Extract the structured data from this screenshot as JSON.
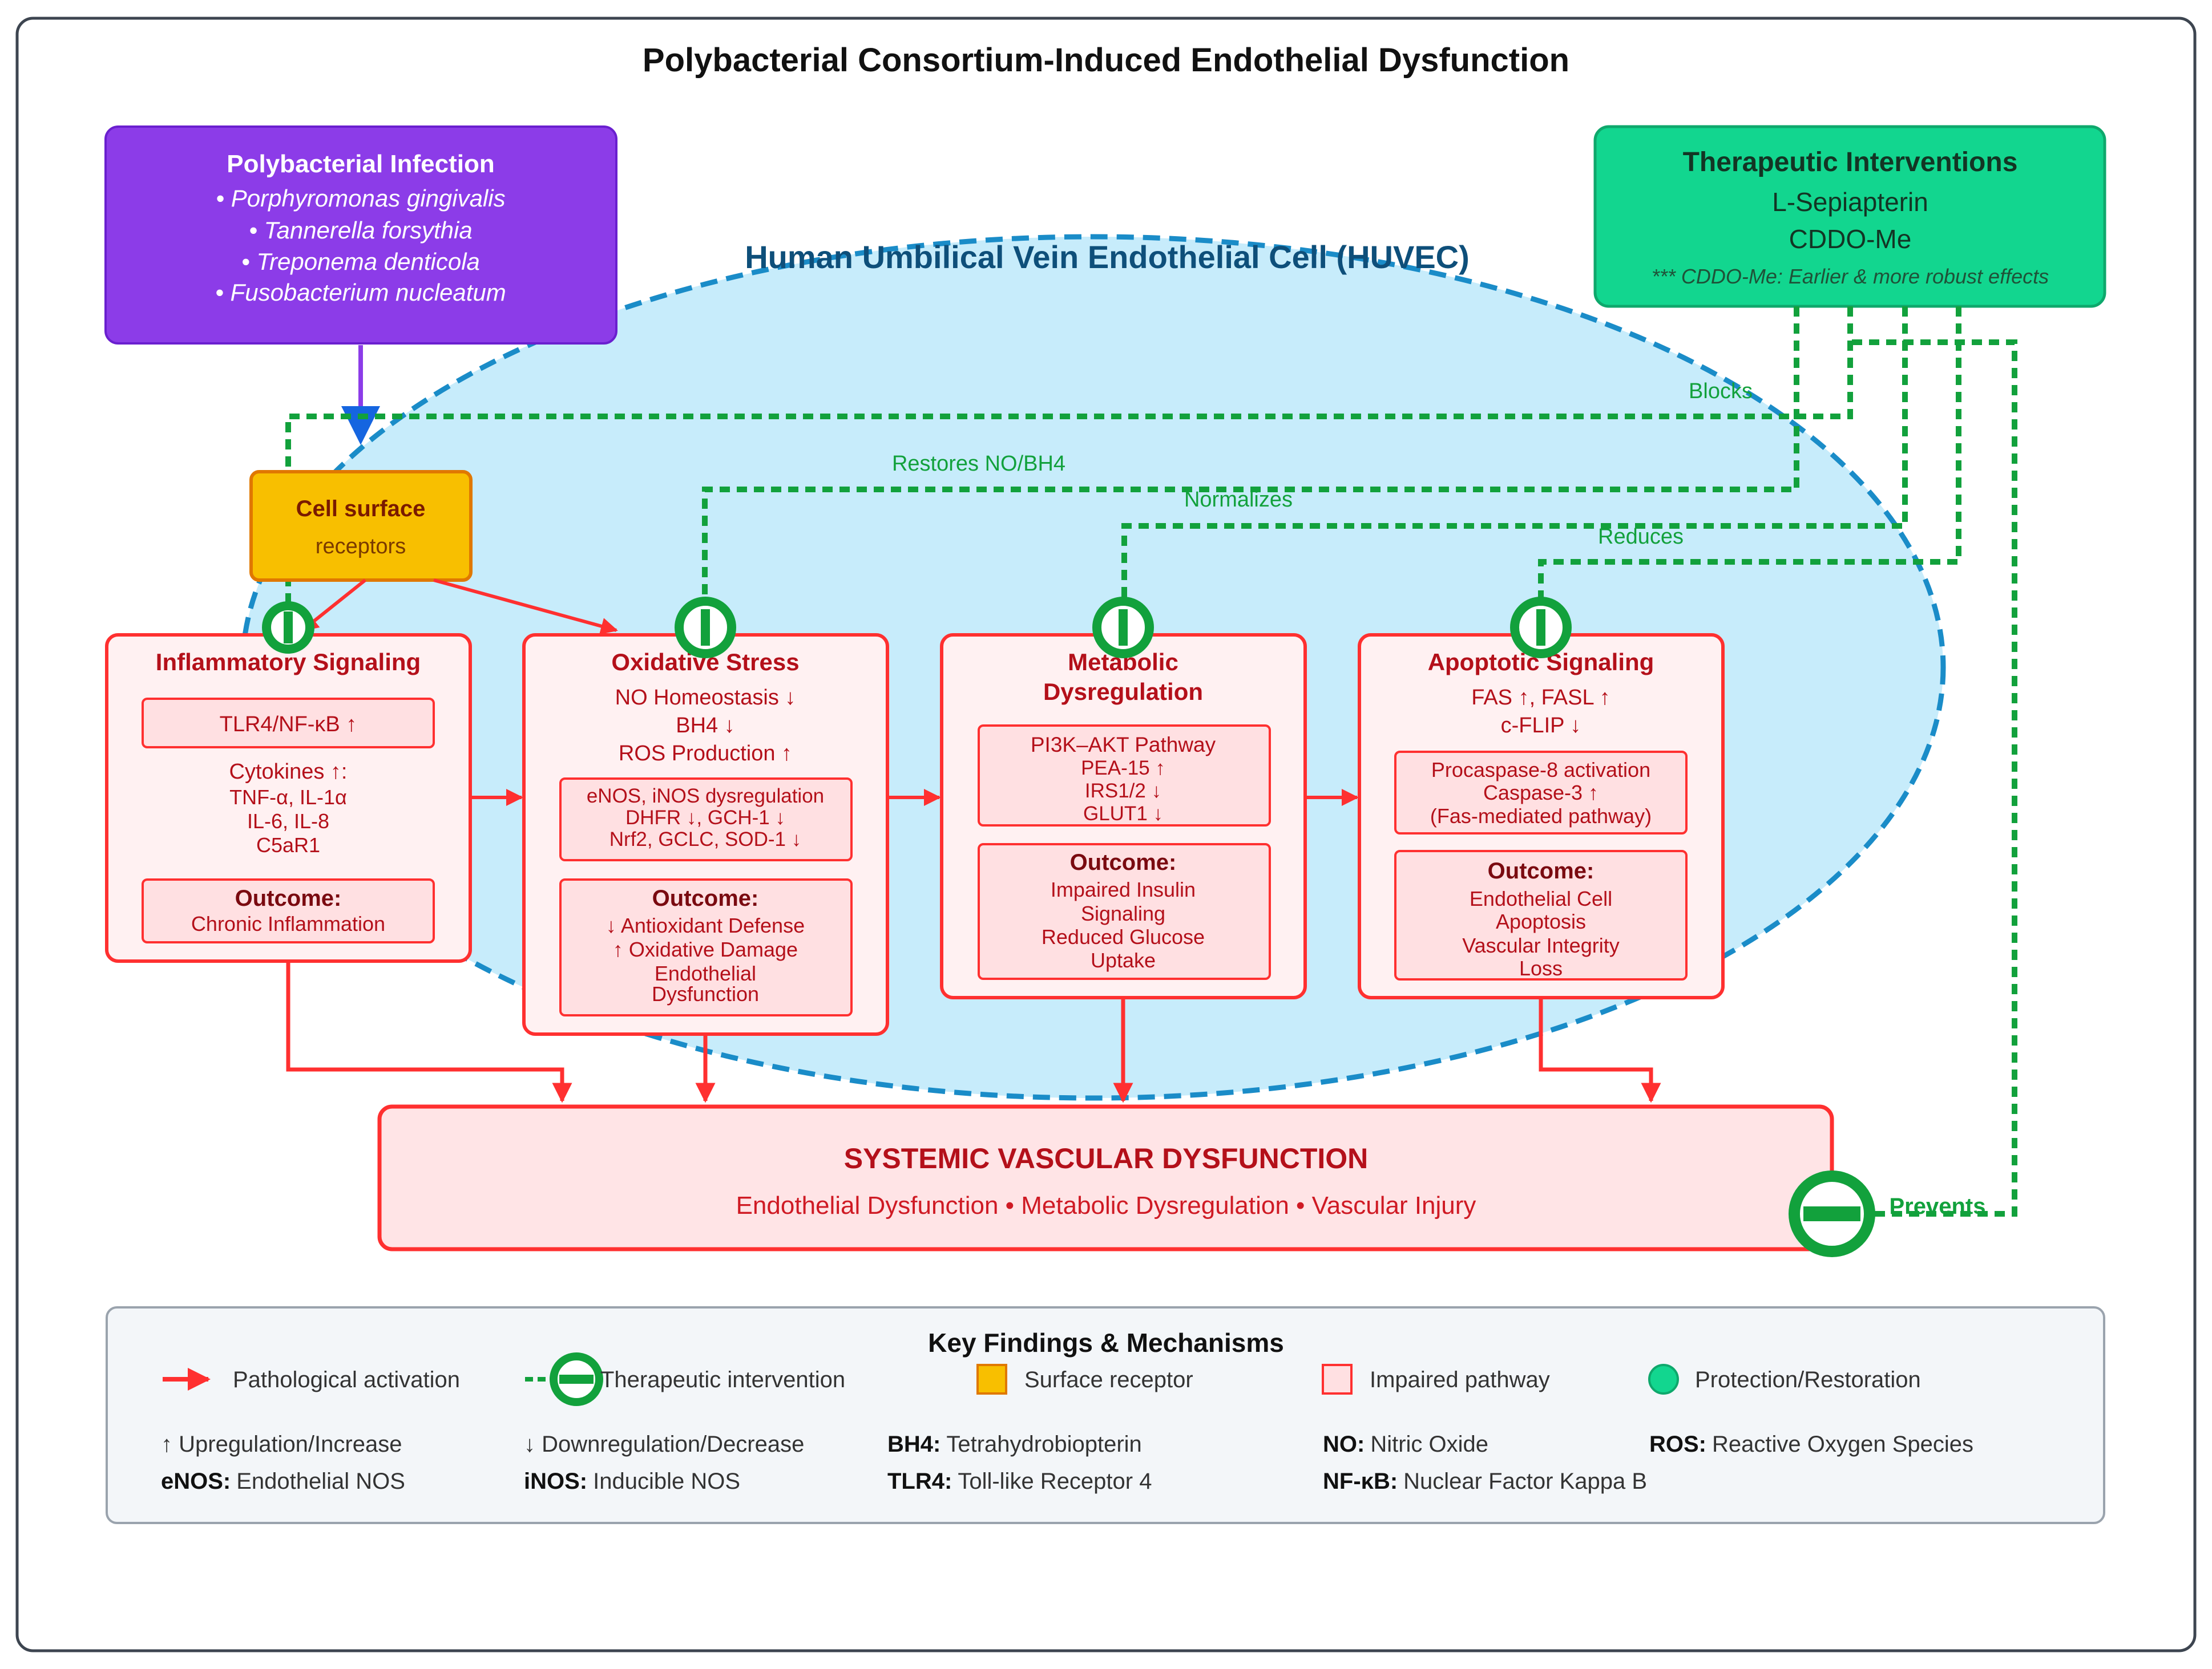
{
  "title": "Polybacterial Consortium-Induced Endothelial Dysfunction",
  "colors": {
    "infection": "#8c3ce8",
    "therapy": "#12c98a",
    "therapy_line": "#12a13c",
    "receptor": "#f8bf00",
    "pathway_border": "#ff3030",
    "pathway_fill": "#fff1f2",
    "cell_fill": "#c7ecfb",
    "cell_border": "#1a8cc8",
    "dark_red": "#b4101a"
  },
  "infection": {
    "title": "Polybacterial Infection",
    "items": [
      "• Porphyromonas gingivalis",
      "• Tannerella forsythia",
      "• Treponema denticola",
      "• Fusobacterium nucleatum"
    ]
  },
  "therapy": {
    "title": "Therapeutic Interventions",
    "line1": "L-Sepiapterin",
    "line2": "CDDO-Me",
    "note": "*** CDDO-Me: Earlier & more robust effects"
  },
  "cell_label": "Human Umbilical Vein Endothelial Cell (HUVEC)",
  "receptor": {
    "title": "Cell surface",
    "subtitle": "receptors"
  },
  "intervention_labels": {
    "blocks": "Blocks",
    "restores": "Restores NO/BH4",
    "normalizes": "Normalizes",
    "reduces": "Reduces",
    "prevents": "Prevents"
  },
  "pathways": {
    "inflammatory": {
      "title": "Inflammatory Signaling",
      "marker": "TLR4/NF-κB ↑",
      "lines": [
        "Cytokines ↑:",
        "TNF-α, IL-1α",
        "IL-6, IL-8",
        "C5aR1"
      ],
      "outcome_title": "Outcome:",
      "outcome_lines": [
        "Chronic Inflammation"
      ]
    },
    "oxidative": {
      "title": "Oxidative Stress",
      "lines": [
        "NO Homeostasis ↓",
        "BH4 ↓",
        "ROS Production ↑"
      ],
      "inner_lines": [
        "eNOS, iNOS dysregulation",
        "DHFR ↓, GCH-1 ↓",
        "Nrf2, GCLC, SOD-1 ↓"
      ],
      "outcome_title": "Outcome:",
      "outcome_lines": [
        "↓ Antioxidant Defense",
        "↑ Oxidative Damage",
        "Endothelial",
        "Dysfunction"
      ]
    },
    "metabolic": {
      "title_lines": [
        "Metabolic",
        "Dysregulation"
      ],
      "inner_lines": [
        "PI3K–AKT Pathway",
        "PEA-15 ↑",
        "IRS1/2 ↓",
        "GLUT1 ↓"
      ],
      "outcome_title": "Outcome:",
      "outcome_lines": [
        "Impaired Insulin",
        "Signaling",
        "Reduced Glucose",
        "Uptake"
      ]
    },
    "apoptotic": {
      "title": "Apoptotic Signaling",
      "lines": [
        "FAS ↑, FASL ↑",
        "c-FLIP ↓"
      ],
      "inner_lines": [
        "Procaspase-8 activation",
        "Caspase-3 ↑",
        "(Fas-mediated pathway)"
      ],
      "outcome_title": "Outcome:",
      "outcome_lines": [
        "Endothelial Cell",
        "Apoptosis",
        "Vascular Integrity",
        "Loss"
      ]
    }
  },
  "systemic": {
    "title": "SYSTEMIC VASCULAR DYSFUNCTION",
    "subtitle": "Endothelial Dysfunction • Metabolic Dysregulation • Vascular Injury"
  },
  "legend": {
    "title": "Key Findings & Mechanisms",
    "items": [
      "Pathological activation",
      "Therapeutic intervention",
      "Surface receptor",
      "Impaired pathway",
      "Protection/Restoration"
    ],
    "abbreviations": [
      {
        "term": "",
        "text": "↑ Upregulation/Increase"
      },
      {
        "term": "",
        "text": "↓ Downregulation/Decrease"
      },
      {
        "term": "BH4:",
        "text": "Tetrahydrobiopterin"
      },
      {
        "term": "NO:",
        "text": "Nitric Oxide"
      },
      {
        "term": "ROS:",
        "text": "Reactive Oxygen Species"
      },
      {
        "term": "eNOS:",
        "text": "Endothelial NOS"
      },
      {
        "term": "iNOS:",
        "text": "Inducible NOS"
      },
      {
        "term": "TLR4:",
        "text": "Toll-like Receptor 4"
      },
      {
        "term": "NF-κB:",
        "text": "Nuclear Factor Kappa B"
      }
    ]
  }
}
